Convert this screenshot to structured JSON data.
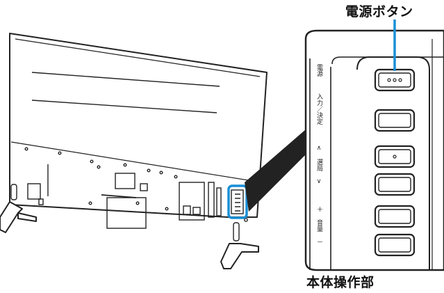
{
  "labels": {
    "power_button_callout": "電源ボタン",
    "panel_caption": "本体操作部"
  },
  "panel_side_labels": {
    "power": "電源",
    "input_enter": "入力／決定",
    "channel": "∧ 選局 ∨",
    "volume": "＋ 音量 －"
  },
  "colors": {
    "highlight": "#1a8fd6",
    "outline": "#222222",
    "panel_fill": "#ffffff"
  }
}
